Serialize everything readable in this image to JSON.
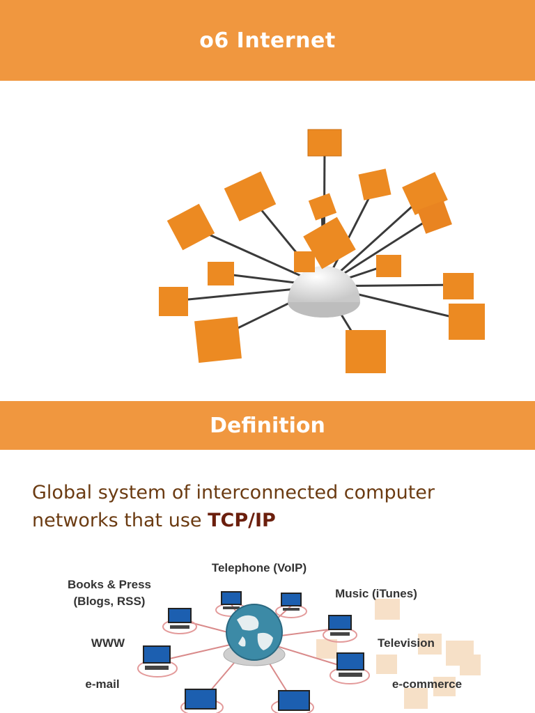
{
  "slide": {
    "title": "o6  Internet",
    "section_heading": "Definition",
    "definition": {
      "text": "Global system of interconnected computer networks that use ",
      "emphasis": "TCP/IP"
    }
  },
  "network_labels": {
    "telephone": "Telephone (VoIP)",
    "books_line1": "Books & Press",
    "books_line2": "(Blogs, RSS)",
    "music": "Music (iTunes)",
    "www": "WWW",
    "television": "Television",
    "email": "e-mail",
    "ecommerce": "e-commerce"
  },
  "colors": {
    "banner": "#f0973f",
    "cube": "#ec8a22",
    "definition_text": "#6b3b12"
  }
}
